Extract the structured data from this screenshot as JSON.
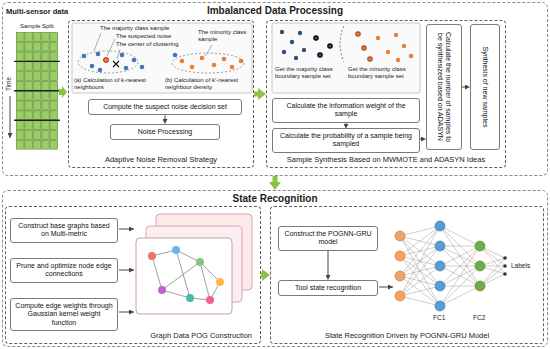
{
  "diagram": {
    "nodes": [
      {
        "text": [
          "Imbalanced Data Processing"
        ]
      },
      {
        "text": [
          "Adaptive Noise Removal Strategy"
        ],
        "in": 0
      },
      {
        "text": [
          "Compute the suspect noise decision set"
        ],
        "in": 1
      },
      {
        "text": [
          "Noise Processing"
        ],
        "in": 1
      },
      {
        "text": [
          "Sample Synthesis Based on MWMOTE and ADASYN Ideas"
        ],
        "in": 0
      },
      {
        "text": [
          "Calculate the information weight of the sample"
        ],
        "in": 4
      },
      {
        "text": [
          "Calculate the probability of a sample being sampled"
        ],
        "in": 4
      },
      {
        "text": [
          "Calculate the number of samples to be synthesized based on ADASYN"
        ],
        "in": 4
      },
      {
        "text": [
          "Synthesis of new samples"
        ],
        "in": 4
      },
      {
        "text": [
          "State Recognition"
        ]
      },
      {
        "text": [
          "Graph Data POG Construction"
        ],
        "in": 9
      },
      {
        "text": [
          "Construct base graphs based on Multi-metric"
        ],
        "in": 10
      },
      {
        "text": [
          "Prune and optimize node edge connections"
        ],
        "in": 10
      },
      {
        "text": [
          "Compute edge weights through Gaussian kernel weight function"
        ],
        "in": 10
      },
      {
        "text": [
          "State Recognition Driven by POGNN-GRU Model"
        ],
        "in": 9
      },
      {
        "text": [
          "Construct the POGNN-GRU model"
        ],
        "in": 14
      },
      {
        "text": [
          "Tool state recognition"
        ],
        "in": 14
      }
    ],
    "edges": [
      {
        "from": 2,
        "to": 3,
        "arrow": "to"
      },
      {
        "from": 5,
        "to": 6,
        "arrow": "to"
      },
      {
        "from": 6,
        "to": 7,
        "arrow": "to"
      },
      {
        "from": 7,
        "to": 8,
        "arrow": "to"
      },
      {
        "from": 1,
        "to": 4,
        "arrow": "to"
      },
      {
        "from": 0,
        "to": 9,
        "arrow": "to"
      },
      {
        "from": 10,
        "to": 14,
        "arrow": "to"
      },
      {
        "from": 15,
        "to": 16,
        "arrow": "to"
      }
    ],
    "labels": [
      "Multi-sensor data",
      "Sample Split",
      "Time",
      "The majority class sample",
      "The suspected noise",
      "The center of clustering",
      "The minority class sample",
      "(a) Calculation of k-nearest neighbours",
      "(b) Calculation of k'-nearest neighbour density",
      "Get the majority class boundary sample set",
      "Get the minority class boundary sample set",
      "FC1",
      "FC2",
      "Labels"
    ]
  }
}
